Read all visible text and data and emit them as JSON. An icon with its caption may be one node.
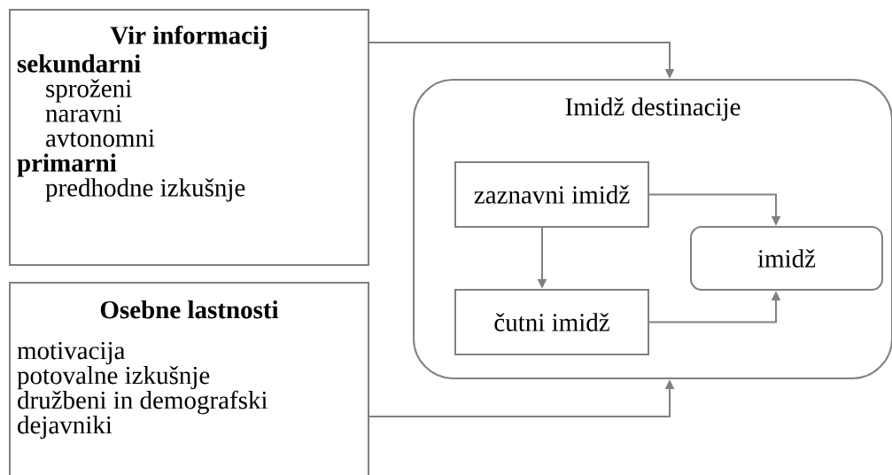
{
  "diagram": {
    "nodes": [
      {
        "text": [
          "Vir informacij",
          "sekundarni",
          "sproženi",
          "naravni",
          "avtonomni",
          "primarni",
          "predhodne izkušnje"
        ]
      },
      {
        "text": [
          "Osebne lastnosti",
          "motivacija",
          "potovalne izkušnje",
          "družbeni in demografski dejavniki"
        ]
      },
      {
        "text": [
          "Imidž destinacije"
        ]
      },
      {
        "text": [
          "zaznavni imidž"
        ],
        "in": 2
      },
      {
        "text": [
          "čutni imidž"
        ],
        "in": 2
      },
      {
        "text": [
          "imidž"
        ],
        "in": 2
      }
    ],
    "edges": [
      {
        "from": 0,
        "to": 2,
        "arrow": "to"
      },
      {
        "from": 1,
        "to": 2,
        "arrow": "to"
      },
      {
        "from": 3,
        "to": 4,
        "arrow": "to"
      },
      {
        "from": 3,
        "to": 5,
        "arrow": "to"
      },
      {
        "from": 4,
        "to": 5,
        "arrow": "to"
      }
    ]
  }
}
